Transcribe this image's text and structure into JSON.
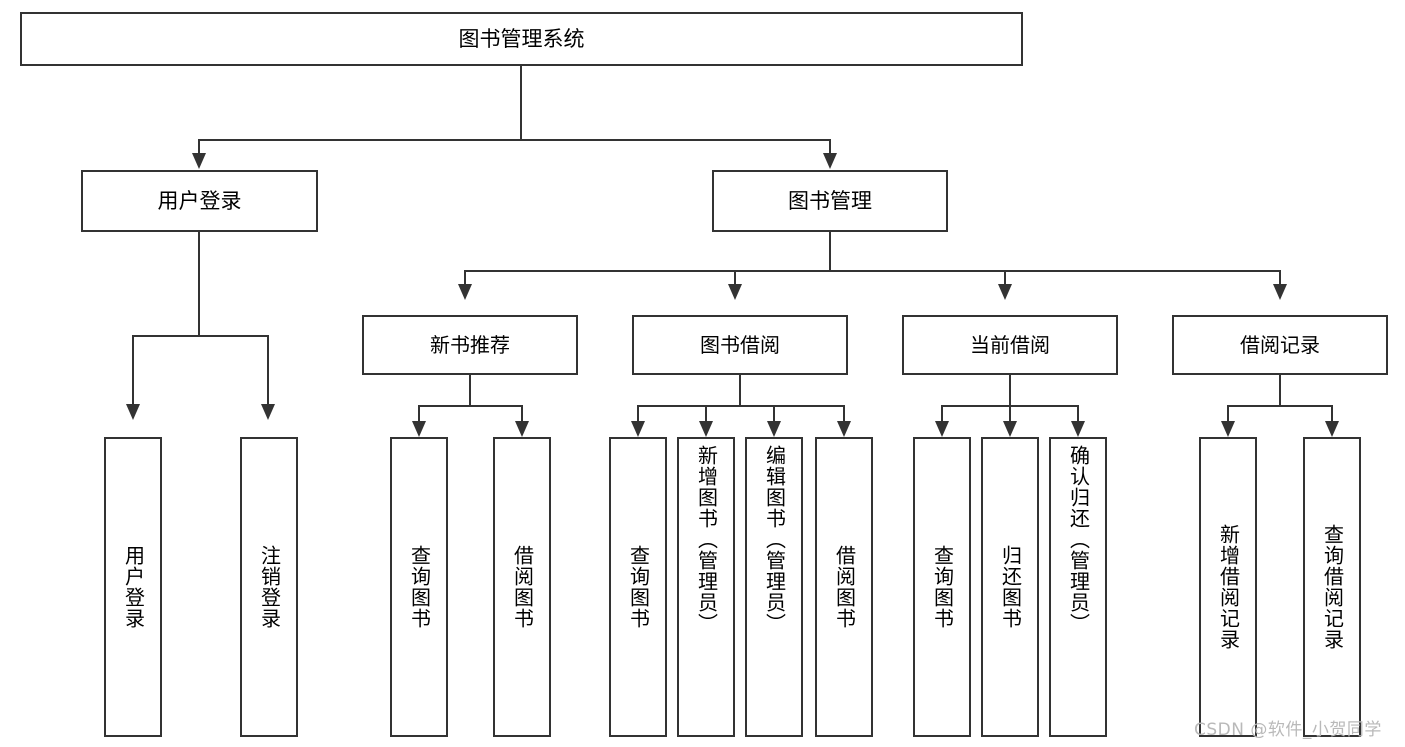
{
  "diagram": {
    "type": "tree",
    "title": "图书管理系统",
    "root": {
      "label": "图书管理系统"
    },
    "level2": [
      {
        "label": "用户登录"
      },
      {
        "label": "图书管理"
      }
    ],
    "level3": [
      {
        "label": "新书推荐"
      },
      {
        "label": "图书借阅"
      },
      {
        "label": "当前借阅"
      },
      {
        "label": "借阅记录"
      }
    ],
    "leaves": {
      "user_login": [
        {
          "label": "用户登录"
        },
        {
          "label": "注销登录"
        }
      ],
      "new_book": [
        {
          "label": "查询图书"
        },
        {
          "label": "借阅图书"
        }
      ],
      "book_borrow": [
        {
          "label": "查询图书"
        },
        {
          "label": "新增图书（管理员）"
        },
        {
          "label": "编辑图书（管理员）"
        },
        {
          "label": "借阅图书"
        }
      ],
      "current_borrow": [
        {
          "label": "查询图书"
        },
        {
          "label": "归还图书"
        },
        {
          "label": "确认归还（管理员）"
        }
      ],
      "borrow_record": [
        {
          "label": "新增借阅记录"
        },
        {
          "label": "查询借阅记录"
        }
      ]
    }
  },
  "watermark": {
    "text": "CSDN @软件_小贺同学"
  },
  "colors": {
    "stroke": "#333333",
    "fill": "#ffffff",
    "text": "#000000",
    "watermark": "#b9b9b9"
  }
}
